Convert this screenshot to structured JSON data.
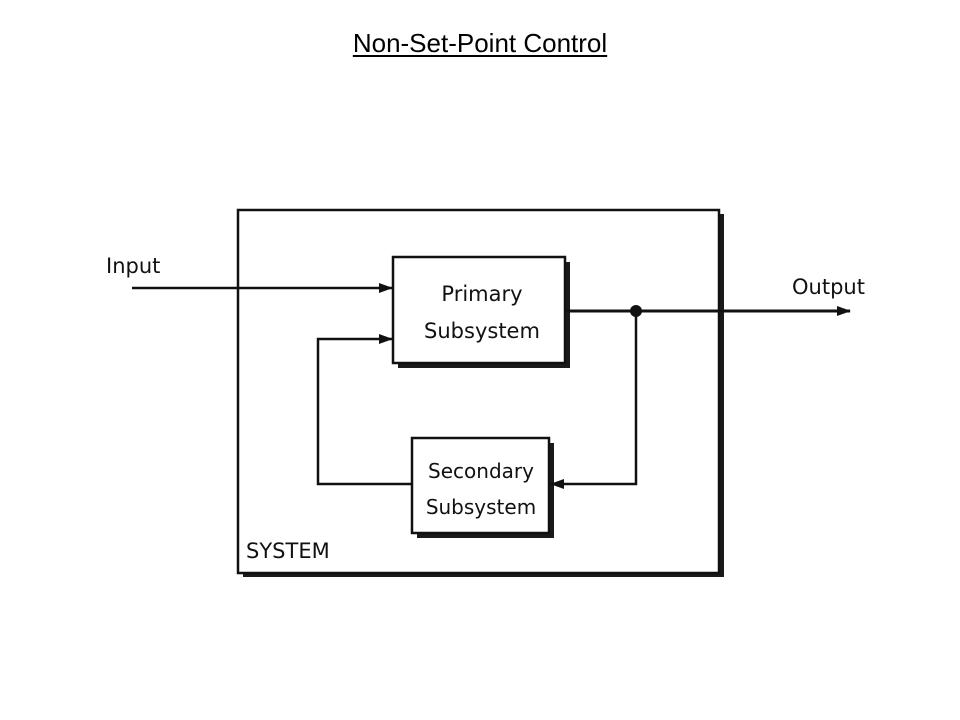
{
  "title": "Non-Set-Point Control",
  "diagram": {
    "system_label": "SYSTEM",
    "input_label": "Input",
    "output_label": "Output",
    "primary": {
      "line1": "Primary",
      "line2": "Subsystem"
    },
    "secondary": {
      "line1": "Secondary",
      "line2": "Subsystem"
    },
    "colors": {
      "stroke": "#111111",
      "shadow": "#1a1a1a",
      "background": "#ffffff"
    }
  }
}
